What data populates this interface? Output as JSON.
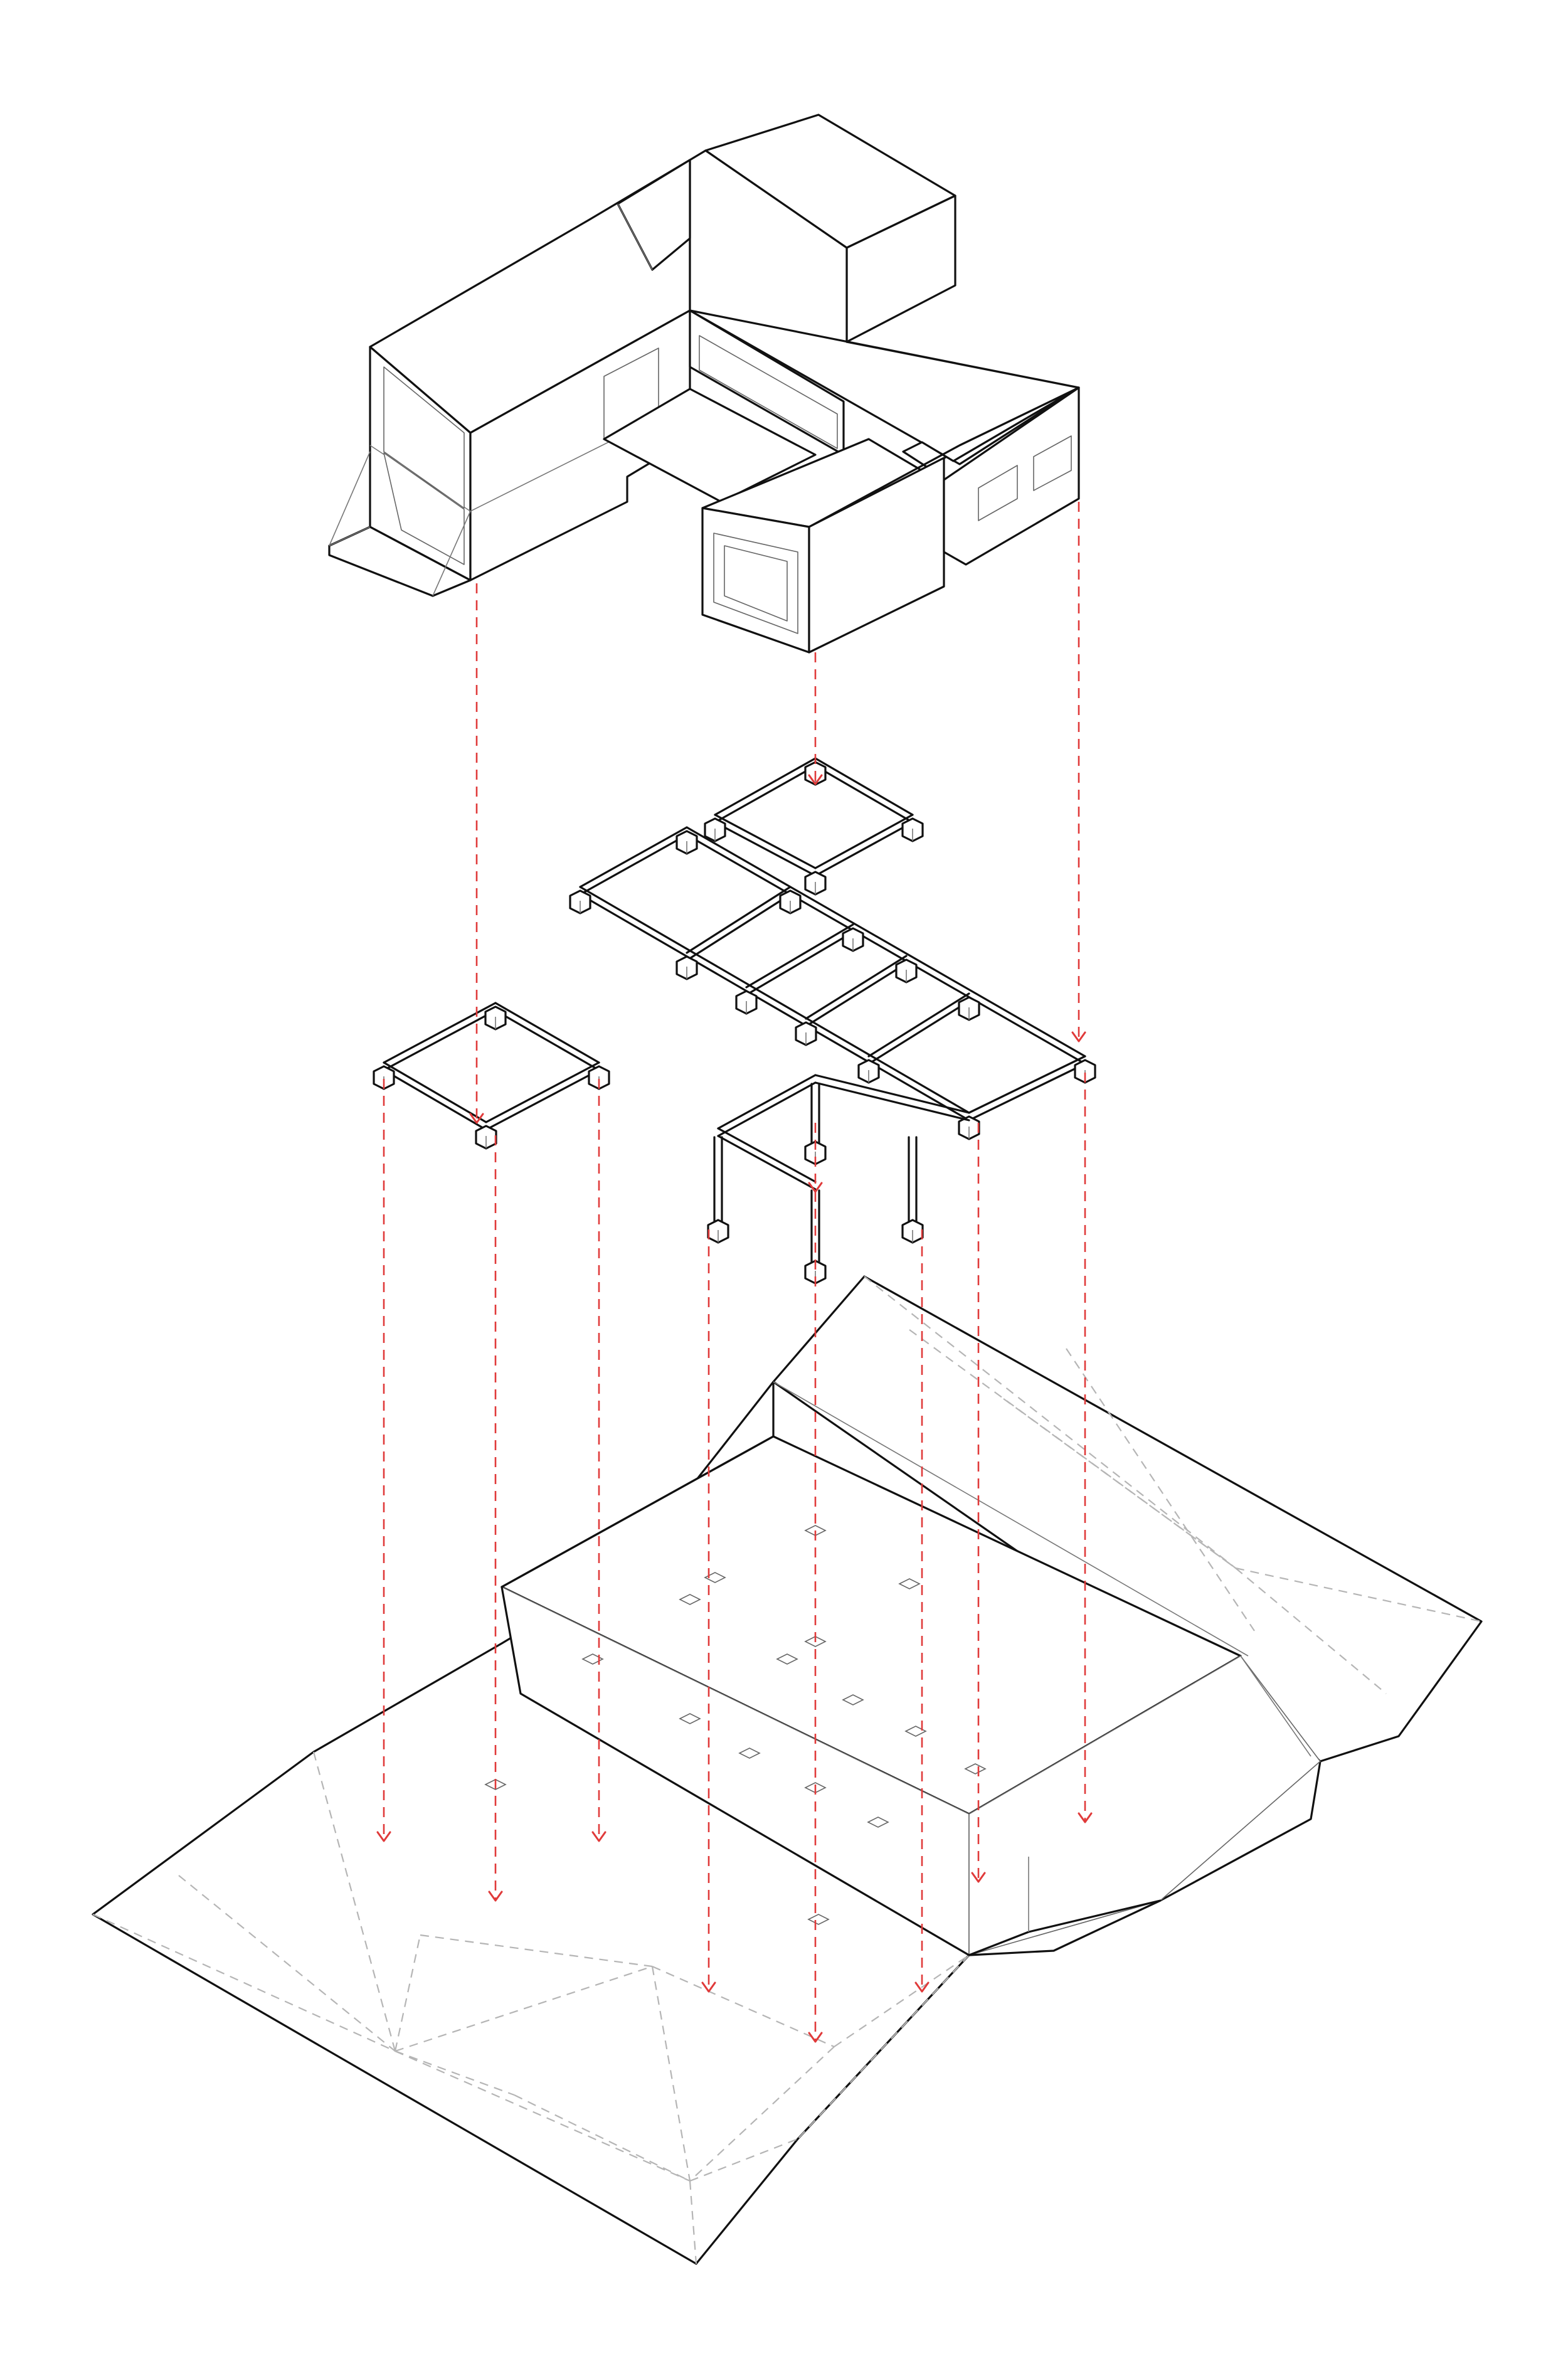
{
  "colors": {
    "line": "#111111",
    "secondary_line": "#777777",
    "terrain_dash": "#b5b5b5",
    "guide": "#e03a3a",
    "background": "#ffffff"
  },
  "diagram": {
    "kind": "exploded-axonometric",
    "layers": [
      "house-volumes",
      "structural-frame",
      "terrain"
    ],
    "text_labels": []
  }
}
